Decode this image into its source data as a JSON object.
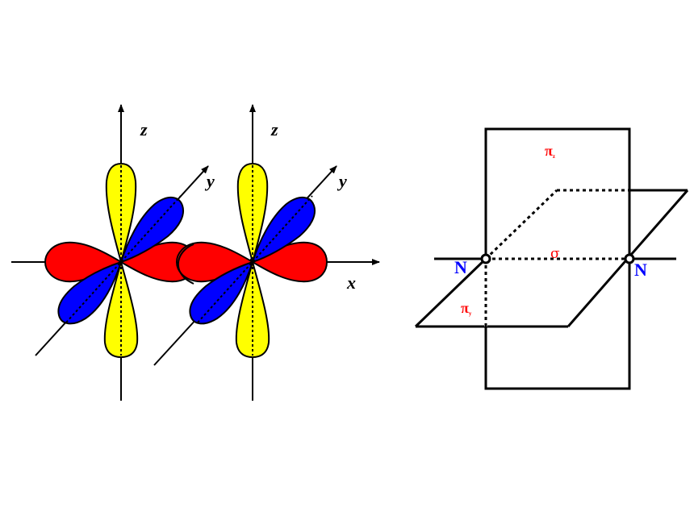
{
  "colors": {
    "px_lobe": "#ff0000",
    "py_lobe": "#0000ff",
    "pz_lobe": "#ffff00",
    "outline": "#000000",
    "atom_label": "#0000ff",
    "bond_label": "#ff0000"
  },
  "orbital_diagram": {
    "axis_labels": {
      "z_left": "z",
      "z_right": "z",
      "y_left": "y",
      "y_right": "y",
      "x": "x"
    }
  },
  "plane_diagram": {
    "atom_left": "N",
    "atom_right": "N",
    "pi_z": {
      "symbol": "π",
      "subscript": "z"
    },
    "pi_y": {
      "symbol": "π",
      "subscript": "y"
    },
    "sigma": "σ"
  }
}
